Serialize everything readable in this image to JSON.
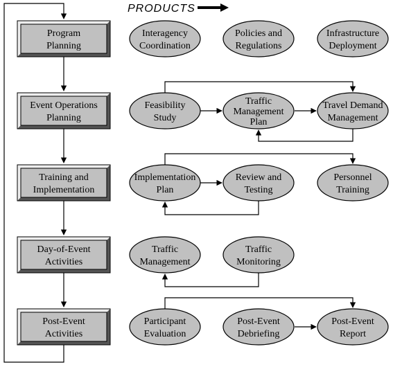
{
  "header": {
    "label": "PRODUCTS"
  },
  "colors": {
    "box_fill": "#c0c0c0",
    "bevel_light": "#ededed",
    "bevel_dark": "#555555",
    "ellipse_fill": "#c0c0c0",
    "line": "#000000"
  },
  "phases": [
    {
      "id": "program-planning",
      "lines": [
        "Program",
        "Planning"
      ]
    },
    {
      "id": "event-operations-planning",
      "lines": [
        "Event Operations",
        "Planning"
      ]
    },
    {
      "id": "training-and-implementation",
      "lines": [
        "Training and",
        "Implementation"
      ]
    },
    {
      "id": "day-of-event-activities",
      "lines": [
        "Day-of-Event",
        "Activities"
      ]
    },
    {
      "id": "post-event-activities",
      "lines": [
        "Post-Event",
        "Activities"
      ]
    }
  ],
  "products": [
    {
      "id": "interagency-coordination",
      "lines": [
        "Interagency",
        "Coordination"
      ]
    },
    {
      "id": "policies-and-regulations",
      "lines": [
        "Policies and",
        "Regulations"
      ]
    },
    {
      "id": "infrastructure-deployment",
      "lines": [
        "Infrastructure",
        "Deployment"
      ]
    },
    {
      "id": "feasibility-study",
      "lines": [
        "Feasibility",
        "Study"
      ]
    },
    {
      "id": "traffic-management-plan",
      "lines": [
        "Traffic",
        "Management",
        "Plan"
      ]
    },
    {
      "id": "travel-demand-management",
      "lines": [
        "Travel Demand",
        "Management"
      ]
    },
    {
      "id": "implementation-plan",
      "lines": [
        "Implementation",
        "Plan"
      ]
    },
    {
      "id": "review-and-testing",
      "lines": [
        "Review and",
        "Testing"
      ]
    },
    {
      "id": "personnel-training",
      "lines": [
        "Personnel",
        "Training"
      ]
    },
    {
      "id": "traffic-management",
      "lines": [
        "Traffic",
        "Management"
      ]
    },
    {
      "id": "traffic-monitoring",
      "lines": [
        "Traffic",
        "Monitoring"
      ]
    },
    {
      "id": "participant-evaluation",
      "lines": [
        "Participant",
        "Evaluation"
      ]
    },
    {
      "id": "post-event-debriefing",
      "lines": [
        "Post-Event",
        "Debriefing"
      ]
    },
    {
      "id": "post-event-report",
      "lines": [
        "Post-Event",
        "Report"
      ]
    }
  ]
}
